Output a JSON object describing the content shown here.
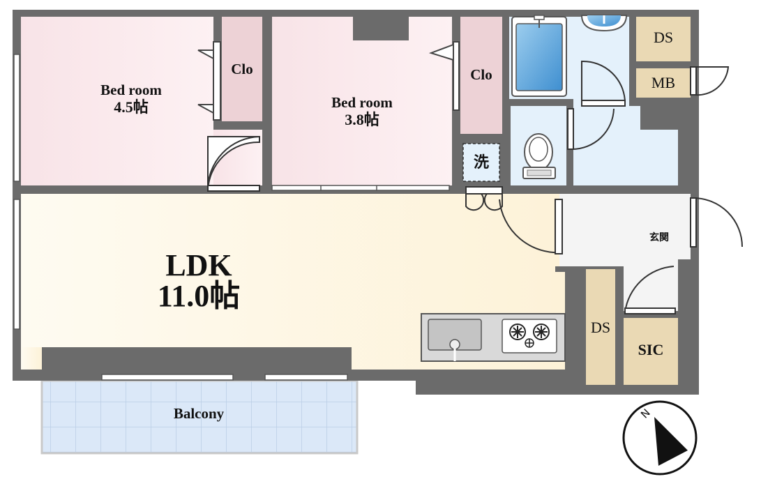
{
  "rooms": {
    "bedroom_a": {
      "name": "Bed room",
      "size": "4.5帖"
    },
    "bedroom_b": {
      "name": "Bed room",
      "size": "3.8帖"
    },
    "closet_a": "Clo",
    "closet_b": "Clo",
    "ldk": {
      "name": "LDK",
      "size": "11.0帖"
    },
    "balcony": "Balcony",
    "ds_top": "DS",
    "mb": "MB",
    "ds_bottom": "DS",
    "sic": "SIC",
    "entrance": "玄関",
    "washer": "洗"
  },
  "compass": {
    "letter": "N"
  },
  "colors": {
    "wall": "#6b6b6b",
    "bedroom": "#fbeef0",
    "closet": "#edd2d6",
    "ldk": "#fdf6e3",
    "balcony": "#dbe8f8",
    "wet": "#e4f1fb",
    "storage": "#ead9b4",
    "entrance": "#f4f4f4"
  }
}
